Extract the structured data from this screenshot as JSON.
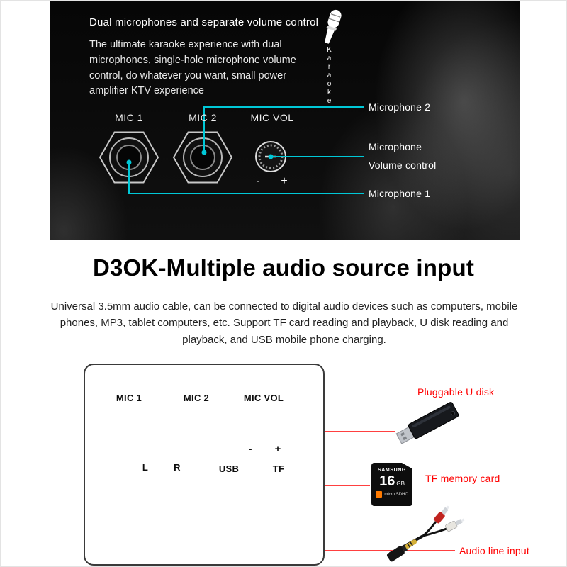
{
  "accent": {
    "cyan": "#00c8d7",
    "red": "#ff0000"
  },
  "hero": {
    "headline": "Dual microphones and separate volume control",
    "body": "The ultimate karaoke experience with dual microphones, single-hole microphone volume control, do whatever you want, small power amplifier KTV experience",
    "badge_label": "Karaoke",
    "panel": {
      "mic1": "MIC 1",
      "mic2": "MIC 2",
      "mic_vol": "MIC VOL",
      "minus": "-",
      "plus": "+"
    },
    "callouts": {
      "mic2": "Microphone 2",
      "vol_line1": "Microphone",
      "vol_line2": "Volume control",
      "mic1": "Microphone 1"
    }
  },
  "intro": {
    "title": "D3OK-Multiple audio source input",
    "description": "Universal 3.5mm audio cable, can be connected to digital audio devices such as computers, mobile phones, MP3, tablet computers, etc. Support TF card reading and playback, U disk reading and playback, and USB mobile phone charging."
  },
  "io_panel": {
    "mic1": "MIC 1",
    "mic2": "MIC 2",
    "mic_vol": "MIC VOL",
    "minus": "-",
    "plus": "+",
    "left": "L",
    "right": "R",
    "usb": "USB",
    "tf": "TF"
  },
  "io_callouts": {
    "u_disk": "Pluggable U disk",
    "tf_card": "TF memory card",
    "audio_in": "Audio line input"
  },
  "sd_card": {
    "brand": "SAMSUNG",
    "capacity": "16",
    "unit": "GB",
    "type": "micro SDHC"
  }
}
